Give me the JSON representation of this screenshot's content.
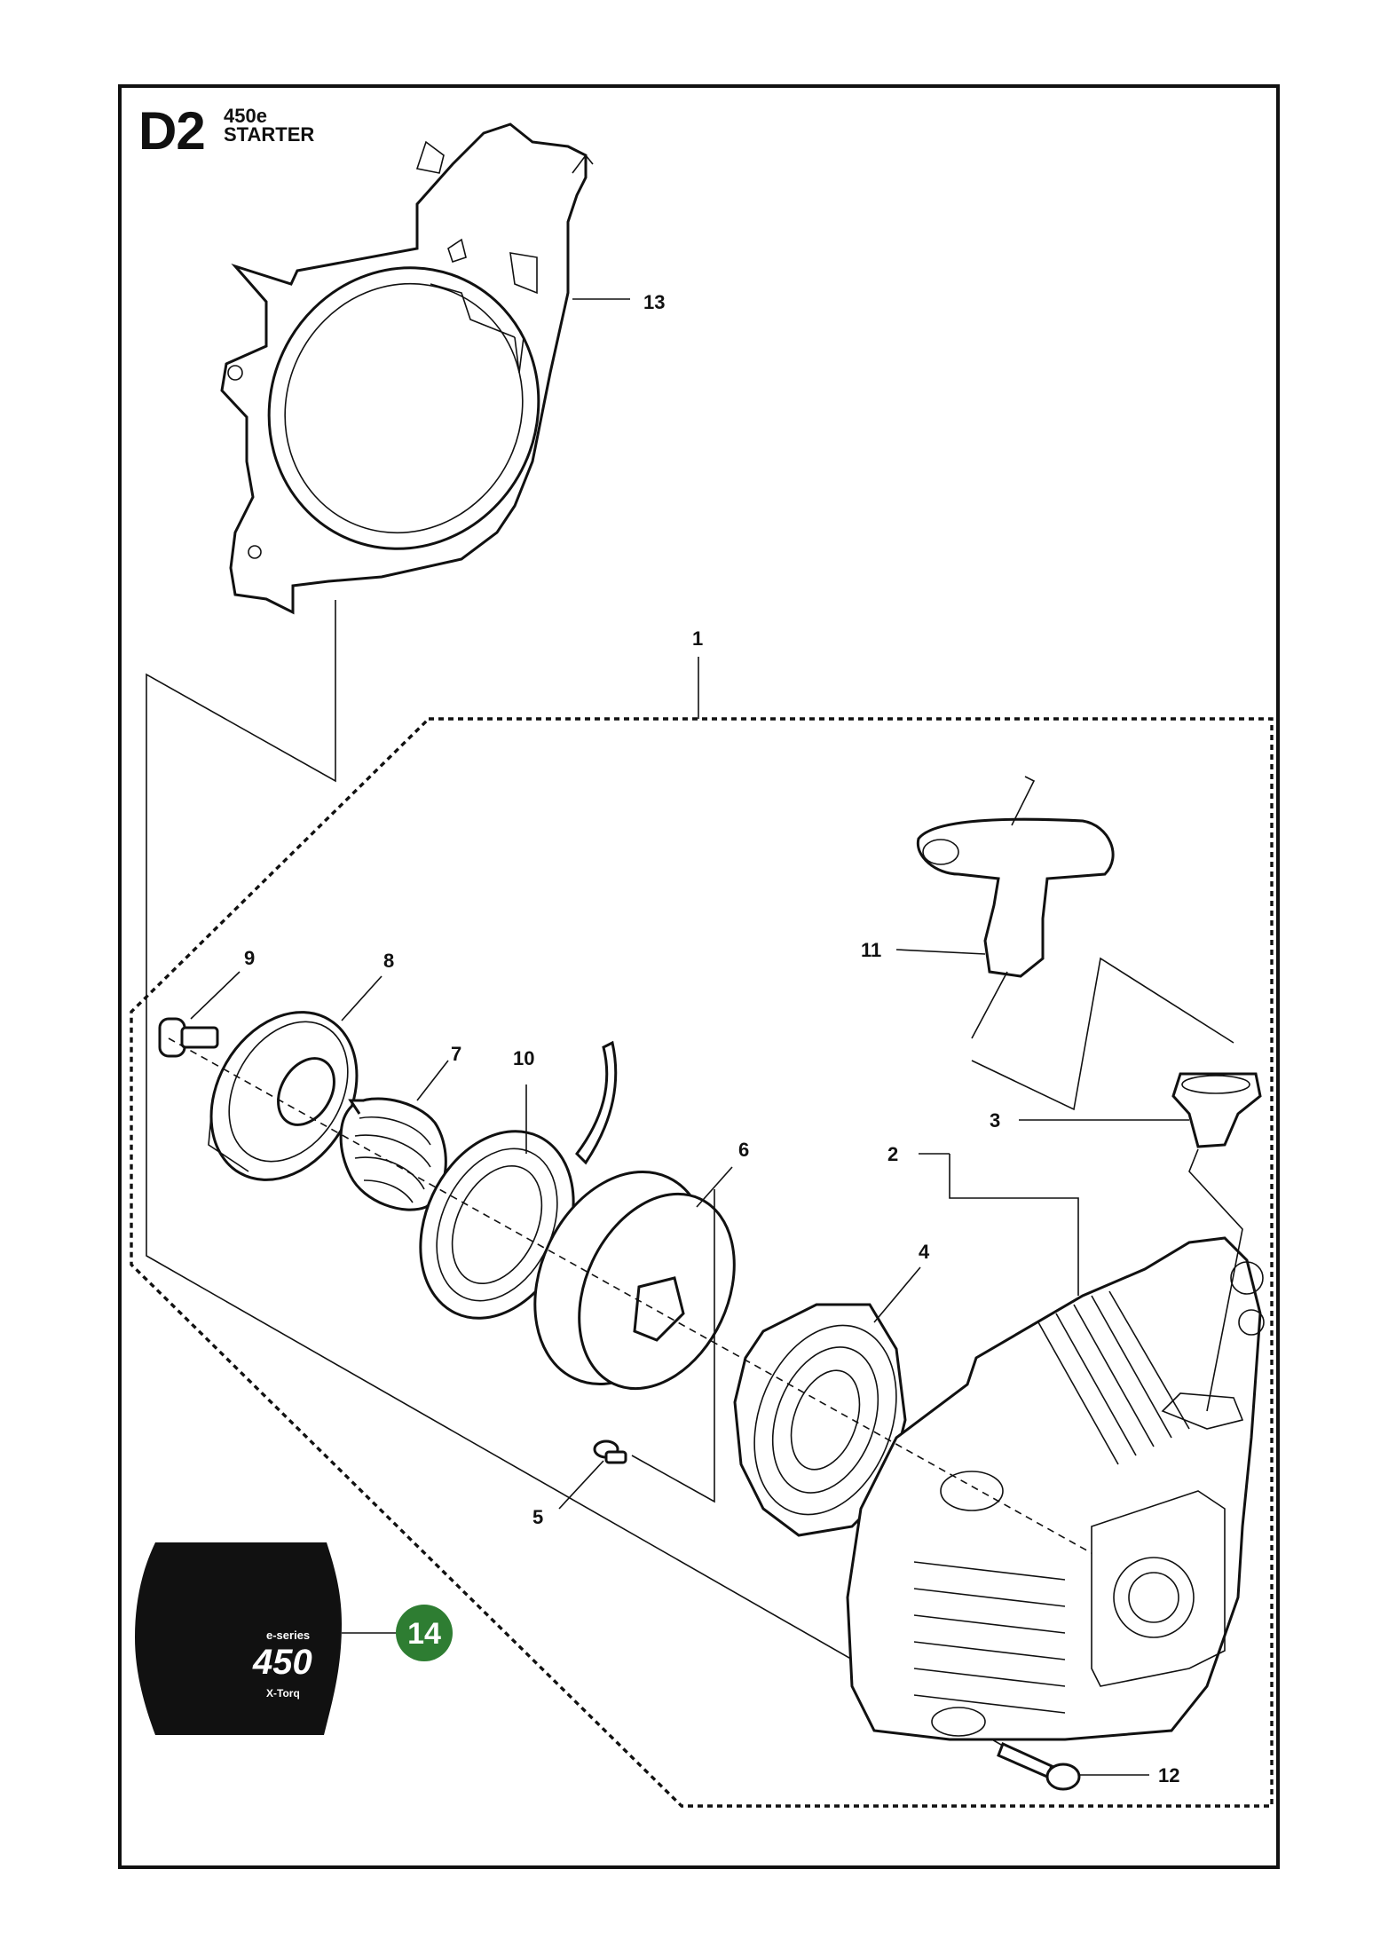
{
  "page": {
    "section_code": "D2",
    "model": "450e",
    "section_title": "STARTER"
  },
  "callouts": [
    {
      "id": "1",
      "label": "1"
    },
    {
      "id": "2",
      "label": "2"
    },
    {
      "id": "3",
      "label": "3"
    },
    {
      "id": "4",
      "label": "4"
    },
    {
      "id": "5",
      "label": "5"
    },
    {
      "id": "6",
      "label": "6"
    },
    {
      "id": "7",
      "label": "7"
    },
    {
      "id": "8",
      "label": "8"
    },
    {
      "id": "9",
      "label": "9"
    },
    {
      "id": "10",
      "label": "10"
    },
    {
      "id": "11",
      "label": "11"
    },
    {
      "id": "12",
      "label": "12"
    },
    {
      "id": "13",
      "label": "13"
    },
    {
      "id": "14",
      "label": "14"
    }
  ],
  "decal": {
    "model_text": "450",
    "small_text_left": "X-Torq",
    "small_text_right": "e-series"
  },
  "colors": {
    "line": "#111111",
    "badge": "#2e7d32",
    "background": "#ffffff"
  }
}
